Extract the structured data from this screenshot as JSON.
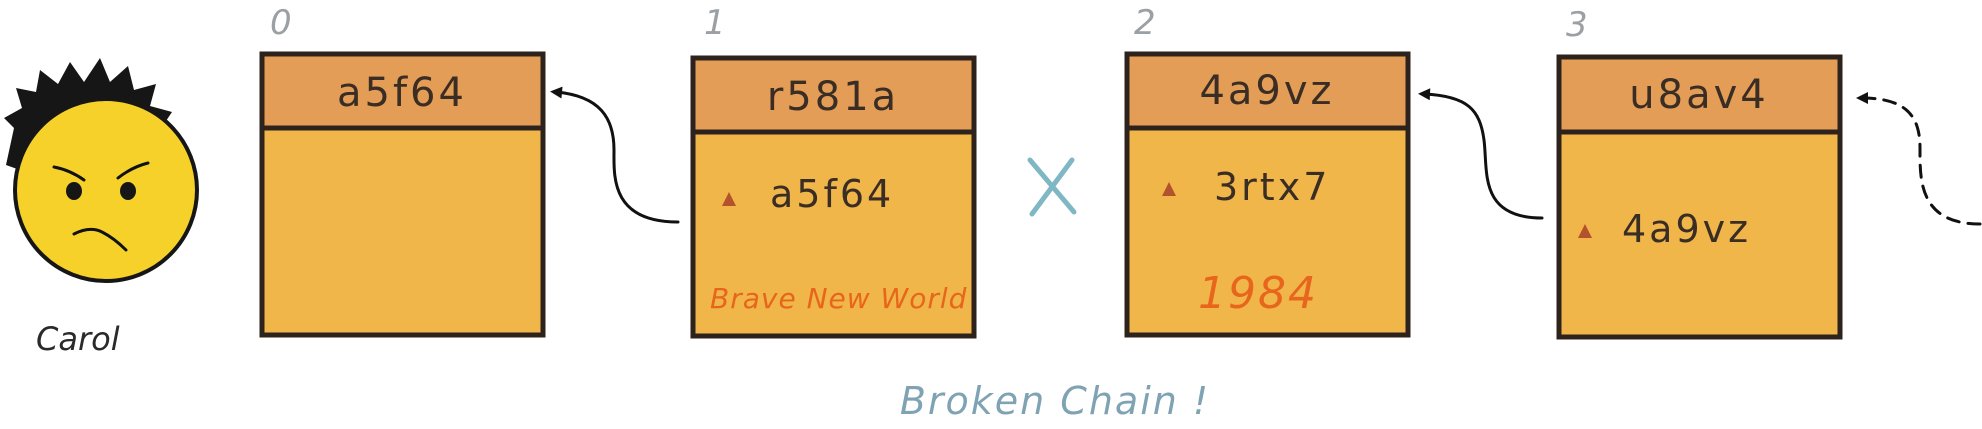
{
  "character": {
    "name": "Carol"
  },
  "blocks": [
    {
      "index": "0",
      "hash": "a5f64",
      "prev_hash": "",
      "data": ""
    },
    {
      "index": "1",
      "hash": "r581a",
      "prev_hash": "a5f64",
      "data": "Brave New World"
    },
    {
      "index": "2",
      "hash": "4a9vz",
      "prev_hash": "3rtx7",
      "data": "1984"
    },
    {
      "index": "3",
      "hash": "u8av4",
      "prev_hash": "4a9vz",
      "data": ""
    }
  ],
  "break_mark": "X",
  "caption": "Broken Chain !",
  "colors": {
    "block_header": "#e39d56",
    "block_body": "#f0b64a",
    "outline": "#2e231c",
    "data_text": "#e8651c",
    "pointer_triangle": "#b3532e",
    "break_mark": "#7fb8c4",
    "caption": "#7fa3b3",
    "face": "#f6d12a"
  }
}
